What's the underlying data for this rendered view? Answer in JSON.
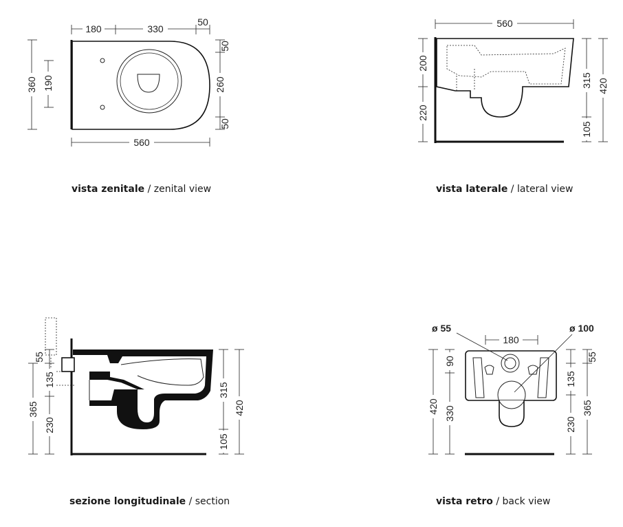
{
  "views": {
    "top": {
      "caption_bold": "vista zenitale",
      "caption_sep": " / ",
      "caption_light": "zenital view",
      "dims": {
        "d180": "180",
        "d330": "330",
        "d50a": "50",
        "d50b": "50",
        "d50c": "50",
        "d360": "360",
        "d190": "190",
        "d260": "260",
        "d560": "560"
      }
    },
    "lateral": {
      "caption_bold": "vista laterale",
      "caption_sep": " / ",
      "caption_light": "lateral view",
      "dims": {
        "d560": "560",
        "d200": "200",
        "d220": "220",
        "d315": "315",
        "d420": "420",
        "d105": "105"
      }
    },
    "section": {
      "caption_bold": "sezione longitudinale",
      "caption_sep": " / ",
      "caption_light": "section",
      "dims": {
        "d55": "55",
        "d135": "135",
        "d365": "365",
        "d230": "230",
        "d315": "315",
        "d420": "420",
        "d105": "105"
      }
    },
    "back": {
      "caption_bold": "vista retro",
      "caption_sep": " / ",
      "caption_light": "back view",
      "dims": {
        "dia55": "ø 55",
        "dia100": "ø 100",
        "d180": "180",
        "d90": "90",
        "d420": "420",
        "d330": "330",
        "d55": "55",
        "d135": "135",
        "d230": "230",
        "d365": "365"
      }
    }
  }
}
